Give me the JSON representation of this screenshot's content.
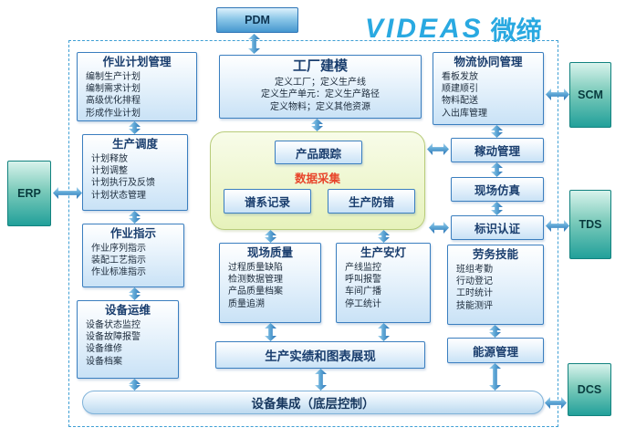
{
  "logo": {
    "latin": "VIDEAS",
    "cjk": "微缔"
  },
  "external_systems": {
    "pdm": {
      "label": "PDM"
    },
    "erp": {
      "label": "ERP"
    },
    "scm": {
      "label": "SCM"
    },
    "tds": {
      "label": "TDS"
    },
    "dcs": {
      "label": "DCS"
    }
  },
  "modules": {
    "job_planning": {
      "title": "作业计划管理",
      "items": [
        "编制生产计划",
        "编制需求计划",
        "高级优化排程",
        "形成作业计划"
      ]
    },
    "factory_modeling": {
      "title": "工厂建模",
      "items": [
        "定义工厂；定义生产线",
        "定义生产单元：定义生产路径",
        "定义物料；定义其他资源"
      ]
    },
    "logistics": {
      "title": "物流协同管理",
      "items": [
        "看板发放",
        "顺建顺引",
        "物料配送",
        "入出库管理"
      ]
    },
    "scheduling": {
      "title": "生产调度",
      "items": [
        "计划释放",
        "计划调整",
        "计划执行及反馈",
        "计划状态管理"
      ]
    },
    "data_collection": {
      "label": "数据采集",
      "product_tracking": "产品跟踪",
      "genealogy": "谱系记录",
      "error_proofing": "生产防错"
    },
    "utilization": {
      "title": "稼动管理"
    },
    "simulation": {
      "title": "现场仿真"
    },
    "identification": {
      "title": "标识认证"
    },
    "work_instruction": {
      "title": "作业指示",
      "items": [
        "作业序列指示",
        "装配工艺指示",
        "作业标准指示"
      ]
    },
    "site_quality": {
      "title": "现场质量",
      "items": [
        "过程质量缺陷",
        "检测数据管理",
        "产品质量档案",
        "质量追溯"
      ]
    },
    "andon": {
      "title": "生产安灯",
      "items": [
        "产线监控",
        "呼叫报警",
        "车间广播",
        "停工统计"
      ]
    },
    "labor_skill": {
      "title": "劳务技能",
      "items": [
        "班组考勤",
        "行动登记",
        "工时统计",
        "技能测评"
      ]
    },
    "equipment_om": {
      "title": "设备运维",
      "items": [
        "设备状态监控",
        "设备故障报警",
        "设备维修",
        "设备档案"
      ]
    },
    "performance": {
      "title": "生产实绩和图表展现"
    },
    "energy": {
      "title": "能源管理"
    },
    "integration": {
      "title": "设备集成（底层控制）"
    }
  },
  "colors": {
    "box_border": "#3a7ebf",
    "box_fill": "#c9e2f6",
    "green_panel_fill": "#e6f2bb",
    "green_panel_border": "#b8cc7a",
    "data_collection_text": "#e8442a",
    "arrow_blue": "#2e75b6",
    "external_teal": "#22a09a",
    "external_blue": "#4697cf",
    "brand_blue": "#29a9e1",
    "dashed_border": "#3f9fd4"
  }
}
